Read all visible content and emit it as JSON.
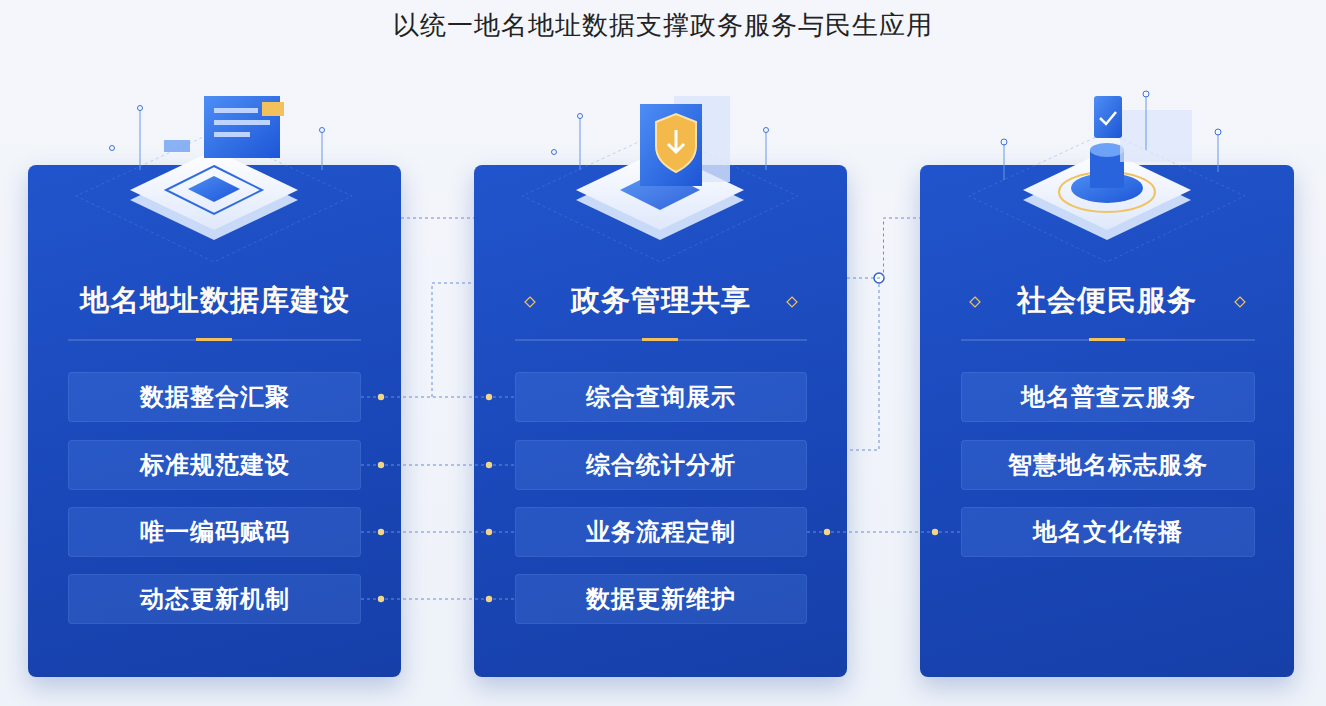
{
  "diagram": {
    "title": "以统一地名地址数据支撑政务服务与民生应用",
    "nodes": [
      {
        "text": [
          "地名地址数据库建设"
        ]
      },
      {
        "text": [
          "数据整合汇聚"
        ],
        "in": 0
      },
      {
        "text": [
          "标准规范建设"
        ],
        "in": 0
      },
      {
        "text": [
          "唯一编码赋码"
        ],
        "in": 0
      },
      {
        "text": [
          "动态更新机制"
        ],
        "in": 0
      },
      {
        "text": [
          "政务管理共享"
        ]
      },
      {
        "text": [
          "综合查询展示"
        ],
        "in": 5
      },
      {
        "text": [
          "综合统计分析"
        ],
        "in": 5
      },
      {
        "text": [
          "业务流程定制"
        ],
        "in": 5
      },
      {
        "text": [
          "数据更新维护"
        ],
        "in": 5
      },
      {
        "text": [
          "社会便民服务"
        ]
      },
      {
        "text": [
          "地名普查云服务"
        ],
        "in": 10
      },
      {
        "text": [
          "智慧地名标志服务"
        ],
        "in": 10
      },
      {
        "text": [
          "地名文化传播"
        ],
        "in": 10
      }
    ],
    "edges": [
      {
        "from": 1,
        "to": 6,
        "arrow": "none"
      },
      {
        "from": 2,
        "to": 7,
        "arrow": "none"
      },
      {
        "from": 3,
        "to": 8,
        "arrow": "none"
      },
      {
        "from": 4,
        "to": 9,
        "arrow": "none"
      },
      {
        "from": 8,
        "to": 13,
        "arrow": "none"
      },
      {
        "from": 0,
        "to": 5,
        "arrow": "none"
      },
      {
        "from": 5,
        "to": 10,
        "arrow": "none"
      }
    ]
  }
}
